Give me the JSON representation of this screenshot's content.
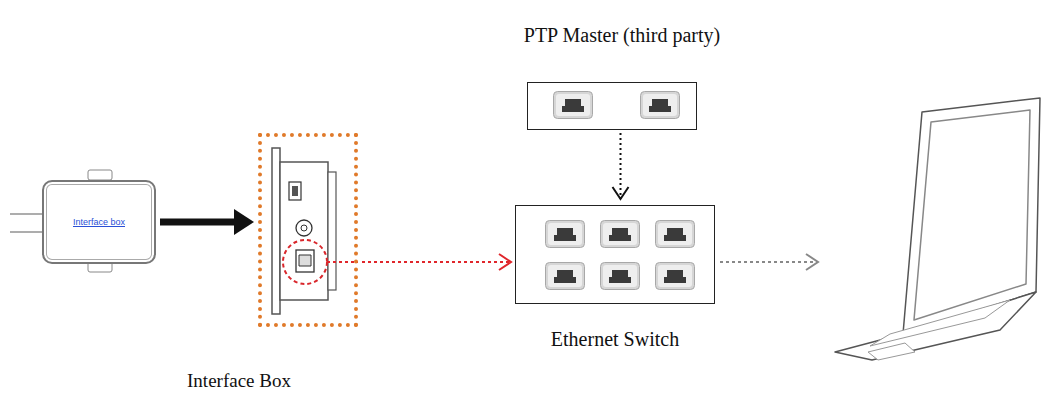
{
  "diagram": {
    "nodes": [
      {
        "text": [
          "Interface box"
        ]
      },
      {
        "text": [
          "Interface Box"
        ]
      },
      {
        "text": [
          "PTP Master (third party)"
        ]
      },
      {
        "text": [
          "Ethernet Switch"
        ]
      }
    ],
    "edges": [
      {
        "from": 0,
        "to": 1,
        "arrow": "to"
      },
      {
        "from": 1,
        "to": 3,
        "arrow": "to"
      },
      {
        "from": 2,
        "to": 3,
        "arrow": "to"
      }
    ]
  }
}
